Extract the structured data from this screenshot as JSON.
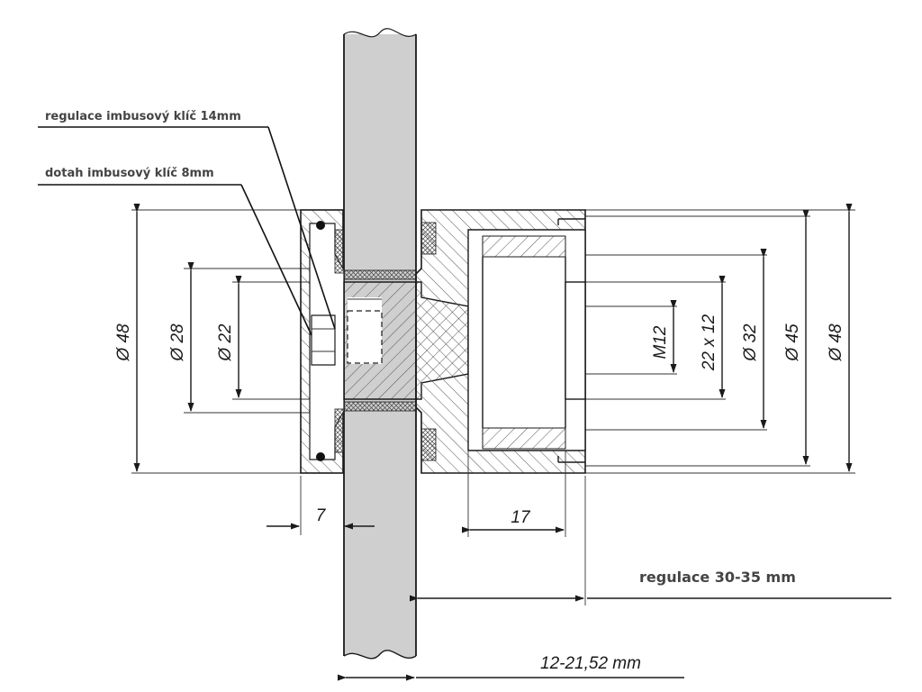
{
  "callouts": {
    "adjust_key": "regulace imbusový klíč 14mm",
    "tighten_key": "dotah imbusový klíč 8mm"
  },
  "dimensions": {
    "left_d48": "Ø 48",
    "left_d28": "Ø 28",
    "left_d22": "Ø 22",
    "right_m12": "M12",
    "right_22x12": "22 x 12",
    "right_d32": "Ø 32",
    "right_d45": "Ø 45",
    "right_d48": "Ø 48",
    "len_7": "7",
    "len_17": "17",
    "adjust_range": "regulace 30-35 mm",
    "glass_range": "12-21,52 mm"
  }
}
